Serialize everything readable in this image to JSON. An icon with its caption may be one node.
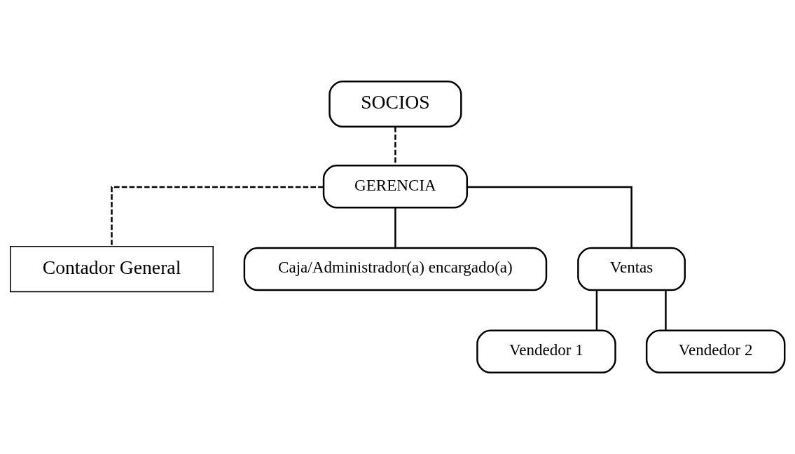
{
  "diagram": {
    "nodes": [
      {
        "text": [
          "SOCIOS"
        ]
      },
      {
        "text": [
          "GERENCIA"
        ]
      },
      {
        "text": [
          "Contador General"
        ]
      },
      {
        "text": [
          "Caja/Administrador(a) encargado(a)"
        ]
      },
      {
        "text": [
          "Ventas"
        ]
      },
      {
        "text": [
          "Vendedor 1"
        ]
      },
      {
        "text": [
          "Vendedor 2"
        ]
      }
    ],
    "edges": [
      {
        "from": 0,
        "to": 1,
        "arrow": "none",
        "style": "dashed"
      },
      {
        "from": 1,
        "to": 2,
        "arrow": "none",
        "style": "dashed"
      },
      {
        "from": 1,
        "to": 3,
        "arrow": "none"
      },
      {
        "from": 1,
        "to": 4,
        "arrow": "none"
      },
      {
        "from": 4,
        "to": 5,
        "arrow": "none"
      },
      {
        "from": 4,
        "to": 6,
        "arrow": "none"
      }
    ]
  }
}
